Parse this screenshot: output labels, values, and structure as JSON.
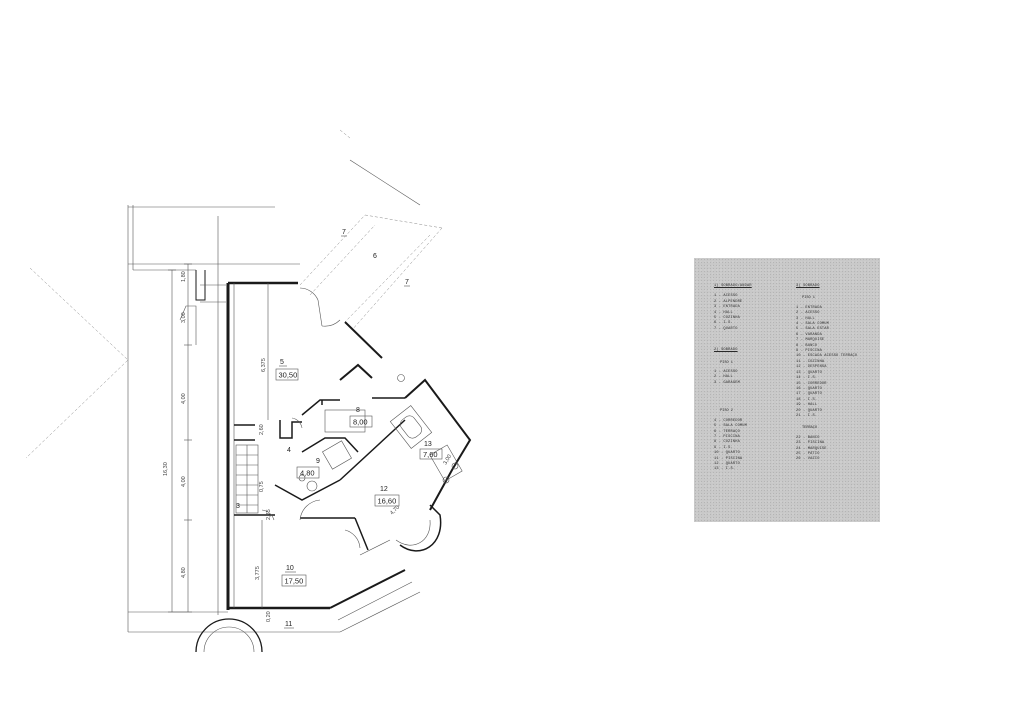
{
  "plan": {
    "rooms": [
      {
        "id": "r5",
        "number": "5",
        "area": "30,50"
      },
      {
        "id": "r8",
        "number": "8",
        "area": "8,00"
      },
      {
        "id": "r9",
        "number": "9",
        "area": "4,80"
      },
      {
        "id": "r4",
        "number": "4",
        "area": ""
      },
      {
        "id": "r3",
        "number": "3",
        "area": ""
      },
      {
        "id": "r12",
        "number": "12",
        "area": "16,60"
      },
      {
        "id": "r13",
        "number": "13",
        "area": "7,60"
      },
      {
        "id": "r10",
        "number": "10",
        "area": "17,50"
      }
    ],
    "labels": {
      "n6": "6",
      "n7a": "7",
      "n7b": "7",
      "n11": "11"
    },
    "dimensions": {
      "total_height": "16,30",
      "d_top": "1,80",
      "d_a": "4,00",
      "d_b": "4,00",
      "d_c": "4,80",
      "d_bay": "3,00",
      "r5_height": "6,375",
      "r10_height": "3,775",
      "hall_a": "2,60",
      "hall_b": "2,75",
      "stair": "0,75",
      "diag": "4,70",
      "bath": "3,00",
      "bottom": "0,20"
    }
  },
  "legend": {
    "left_column": [
      {
        "type": "head",
        "text": "1) SOBRADO/ANDAR"
      },
      {
        "type": "item",
        "text": "1 - ACESSO"
      },
      {
        "type": "item",
        "text": "2 - ALPENDRE"
      },
      {
        "type": "item",
        "text": "3 - ENTRADA"
      },
      {
        "type": "item",
        "text": "4 - HALL"
      },
      {
        "type": "item",
        "text": "5 - COZINHA"
      },
      {
        "type": "item",
        "text": "6 - I.S."
      },
      {
        "type": "item",
        "text": "7 - QUARTO"
      },
      {
        "type": "gap"
      },
      {
        "type": "head",
        "text": "2) SOBRADO"
      },
      {
        "type": "sub",
        "text": "PISO 1"
      },
      {
        "type": "item",
        "text": "1 - ACESSO"
      },
      {
        "type": "item",
        "text": "2 - HALL"
      },
      {
        "type": "item",
        "text": "3 - GARAGEM"
      },
      {
        "type": "gap"
      },
      {
        "type": "sub",
        "text": "PISO 2"
      },
      {
        "type": "item",
        "text": "4 - CORREDOR"
      },
      {
        "type": "item",
        "text": "5 - SALA COMUM"
      },
      {
        "type": "item",
        "text": "6 - TERRAÇO"
      },
      {
        "type": "item",
        "text": "7 - PISCINA"
      },
      {
        "type": "item",
        "text": "8 - COZINHA"
      },
      {
        "type": "item",
        "text": "9 - I.S."
      },
      {
        "type": "item",
        "text": "10 - QUARTO"
      },
      {
        "type": "item",
        "text": "11 - PISCINA"
      },
      {
        "type": "item",
        "text": "12 - QUARTO"
      },
      {
        "type": "item",
        "text": "13 - I.S."
      }
    ],
    "right_column": [
      {
        "type": "head",
        "text": "3) SOBRADO"
      },
      {
        "type": "sub",
        "text": "PISO 1"
      },
      {
        "type": "item",
        "text": "1 - ENTRADA"
      },
      {
        "type": "item",
        "text": "2 - ACESSO"
      },
      {
        "type": "item",
        "text": "3 - HALL"
      },
      {
        "type": "item",
        "text": "4 - SALA COMUM"
      },
      {
        "type": "item",
        "text": "5 - SALA ESTAR"
      },
      {
        "type": "item",
        "text": "6 - VARANDA"
      },
      {
        "type": "item",
        "text": "7 - MARQUISE"
      },
      {
        "type": "item",
        "text": "8 - BANCO"
      },
      {
        "type": "item",
        "text": "9 - PISCINA"
      },
      {
        "type": "item",
        "text": "10 - ESCADA ACESSO TERRAÇO"
      },
      {
        "type": "item",
        "text": "11 - COZINHA"
      },
      {
        "type": "item",
        "text": "12 - DESPENSA"
      },
      {
        "type": "item",
        "text": "13 - QUARTO"
      },
      {
        "type": "item",
        "text": "14 - I.S."
      },
      {
        "type": "item",
        "text": "15 - CORREDOR"
      },
      {
        "type": "item",
        "text": "16 - QUARTO"
      },
      {
        "type": "item",
        "text": "17 - QUARTO"
      },
      {
        "type": "item",
        "text": "18 - I.S."
      },
      {
        "type": "item",
        "text": "19 - HALL"
      },
      {
        "type": "item",
        "text": "20 - QUARTO"
      },
      {
        "type": "item",
        "text": "21 - I.S."
      },
      {
        "type": "sub",
        "text": "TERRAÇO"
      },
      {
        "type": "item",
        "text": "22 - BANCO"
      },
      {
        "type": "item",
        "text": "23 - PISCINA"
      },
      {
        "type": "item",
        "text": "24 - MARQUISE"
      },
      {
        "type": "item",
        "text": "25 - PÁTIO"
      },
      {
        "type": "item",
        "text": "26 - VAZIO"
      }
    ]
  }
}
